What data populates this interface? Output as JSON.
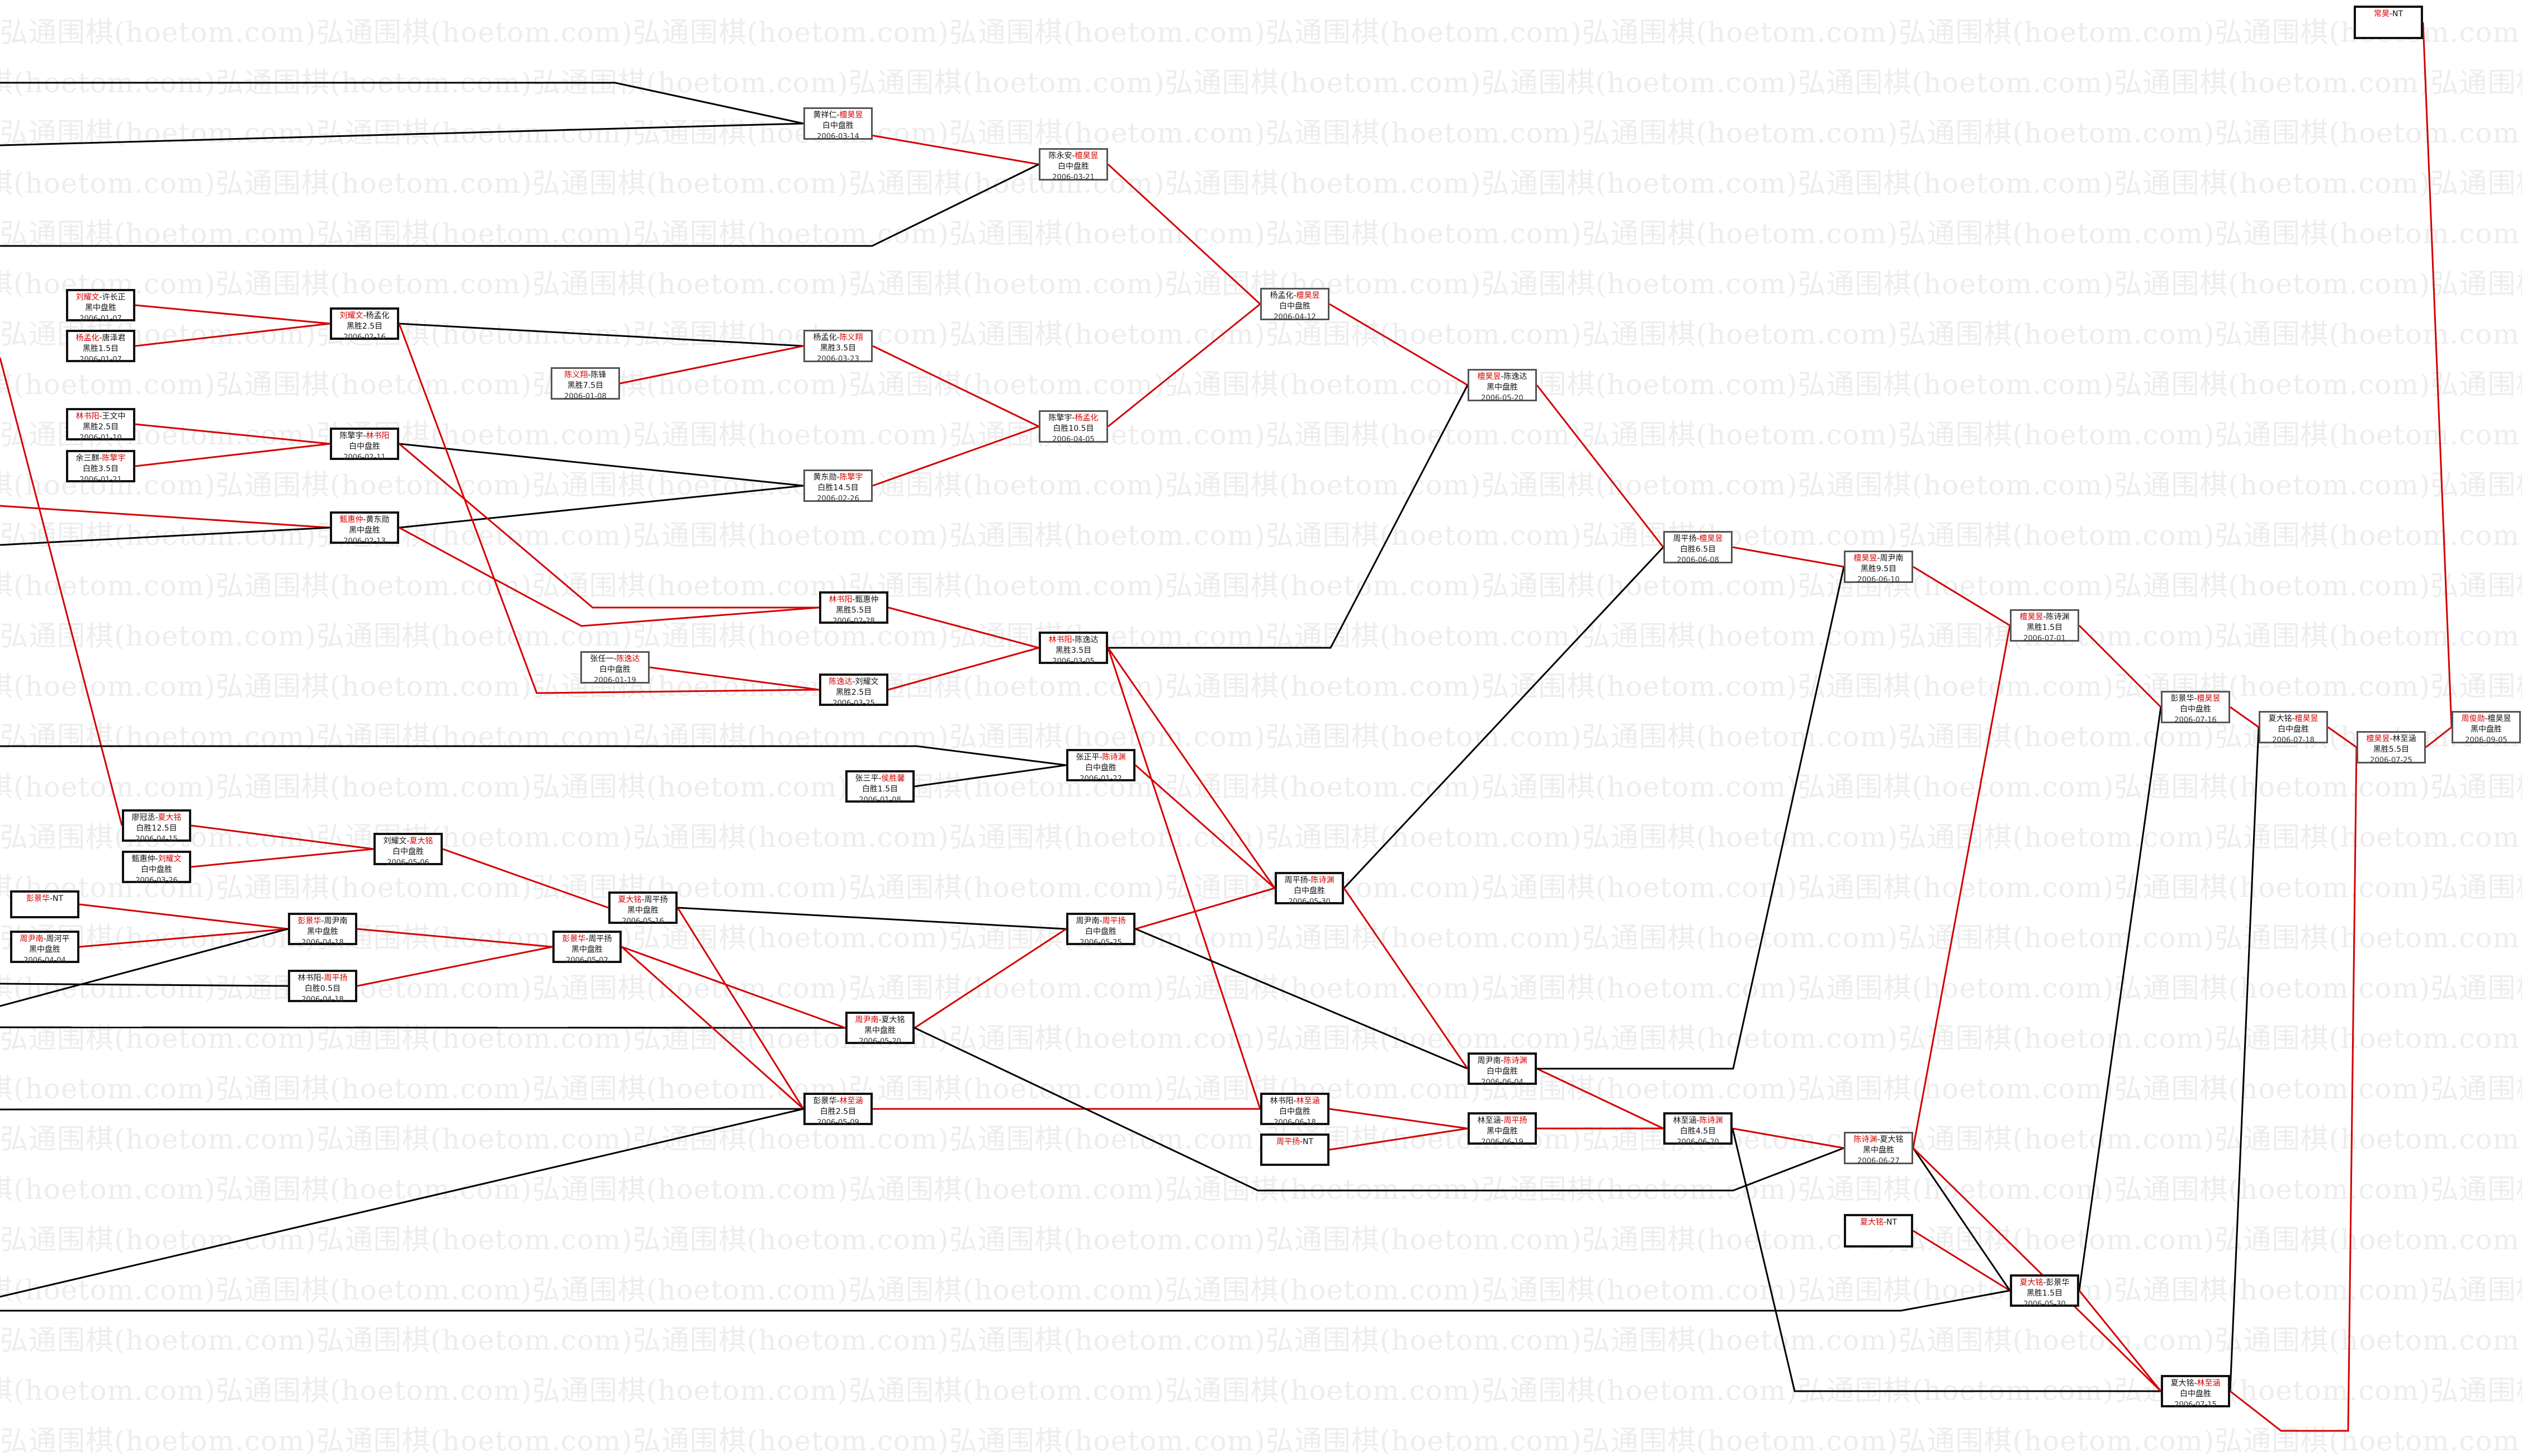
{
  "diagram": {
    "watermark": "弘通围棋(hoetom.com)",
    "colors": {
      "winner_line": "#d40000",
      "loser_line": "#000000",
      "winner_name": "#d40000"
    },
    "games": [
      {
        "id": "g_chang",
        "p1": "常昊",
        "sep": "-",
        "p2": "NT",
        "win": 1,
        "result": "",
        "date": ""
      },
      {
        "id": "g_huang",
        "p1": "黄祥仁",
        "sep": "-",
        "p2": "檀昊昱",
        "win": 2,
        "result": "白中盘胜",
        "date": "2006-03-14"
      },
      {
        "id": "g_chen_yongan",
        "p1": "陈永安",
        "sep": "-",
        "p2": "檀昊昱",
        "win": 2,
        "result": "白中盘胜",
        "date": "2006-03-21"
      },
      {
        "id": "g_yang_meng",
        "p1": "杨孟化",
        "sep": "-",
        "p2": "檀昊昱",
        "win": 2,
        "result": "白中盘胜",
        "date": "2006-04-12"
      },
      {
        "id": "g_liu_xu",
        "p1": "刘耀文",
        "sep": "-",
        "p2": "许长正",
        "win": 1,
        "result": "黑中盘胜",
        "date": "2006-01-07"
      },
      {
        "id": "g_yang_tang",
        "p1": "杨孟化",
        "sep": "-",
        "p2": "唐泽君",
        "win": 1,
        "result": "黑胜1.5目",
        "date": "2006-01-07"
      },
      {
        "id": "g_liu_yang",
        "p1": "刘耀文",
        "sep": "-",
        "p2": "杨孟化",
        "win": 1,
        "result": "黑胜2.5目",
        "date": "2006-02-16"
      },
      {
        "id": "g_yang_chenyi",
        "p1": "杨孟化",
        "sep": "-",
        "p2": "陈义翔",
        "win": 2,
        "result": "黑胜3.5目",
        "date": "2006-03-23"
      },
      {
        "id": "g_chenyi_chenli",
        "p1": "陈义翔",
        "sep": "-",
        "p2": "陈锋",
        "win": 1,
        "result": "黑胜7.5目",
        "date": "2006-01-08"
      },
      {
        "id": "g_tan_cheng",
        "p1": "檀昊昱",
        "sep": "-",
        "p2": "陈逸达",
        "win": 1,
        "result": "黑中盘胜",
        "date": "2006-05-20"
      },
      {
        "id": "g_lin_wang",
        "p1": "林书阳",
        "sep": "-",
        "p2": "王文中",
        "win": 1,
        "result": "黑胜2.5目",
        "date": "2006-01-10"
      },
      {
        "id": "g_yu_chen",
        "p1": "余三麒",
        "sep": "-",
        "p2": "陈擎宇",
        "win": 2,
        "result": "白胜3.5目",
        "date": "2006-01-21"
      },
      {
        "id": "g_chen_lin",
        "p1": "陈擎宇",
        "sep": "-",
        "p2": "林书阳",
        "win": 2,
        "result": "白中盘胜",
        "date": "2006-02-11"
      },
      {
        "id": "g_chenq_yang",
        "p1": "陈擎宇",
        "sep": "-",
        "p2": "杨孟化",
        "win": 2,
        "result": "白胜10.5目",
        "date": "2006-04-05"
      },
      {
        "id": "g_huang_chen",
        "p1": "黄东勋",
        "sep": "-",
        "p2": "陈擎宇",
        "win": 2,
        "result": "白胜14.5目",
        "date": "2006-02-26"
      },
      {
        "id": "g_zhen_huang",
        "p1": "甄惠仲",
        "sep": "-",
        "p2": "黄东勋",
        "win": 1,
        "result": "黑中盘胜",
        "date": "2006-02-13"
      },
      {
        "id": "g_zhou_tan",
        "p1": "周平扬",
        "sep": "-",
        "p2": "檀昊昱",
        "win": 2,
        "result": "白胜6.5目",
        "date": "2006-06-08"
      },
      {
        "id": "g_tan_zhoul",
        "p1": "檀昊昱",
        "sep": "-",
        "p2": "周尹南",
        "win": 1,
        "result": "黑胜9.5目",
        "date": "2006-06-10"
      },
      {
        "id": "g_lin_zhen",
        "p1": "林书阳",
        "sep": "-",
        "p2": "甄惠仲",
        "win": 1,
        "result": "黑胜5.5目",
        "date": "2006-02-28"
      },
      {
        "id": "g_lin_chenyi",
        "p1": "林书阳",
        "sep": "-",
        "p2": "陈逸达",
        "win": 1,
        "result": "黑胜3.5目",
        "date": "2006-03-05"
      },
      {
        "id": "g_zhang_chen",
        "p1": "张任一",
        "sep": "-",
        "p2": "陈逸达",
        "win": 2,
        "result": "白中盘胜",
        "date": "2006-01-19"
      },
      {
        "id": "g_chen_liu",
        "p1": "陈逸达",
        "sep": "-",
        "p2": "刘耀文",
        "win": 1,
        "result": "黑胜2.5目",
        "date": "2006-03-25"
      },
      {
        "id": "g_tan_chenshi",
        "p1": "檀昊昱",
        "sep": "-",
        "p2": "陈诗渊",
        "win": 1,
        "result": "黑胜1.5目",
        "date": "2006-07-01"
      },
      {
        "id": "g_peng_tan",
        "p1": "彭景华",
        "sep": "-",
        "p2": "檀昊昱",
        "win": 2,
        "result": "白中盘胜",
        "date": "2006-07-16"
      },
      {
        "id": "g_xia_tan",
        "p1": "夏大铭",
        "sep": "-",
        "p2": "檀昊昱",
        "win": 2,
        "result": "白中盘胜",
        "date": "2006-07-18"
      },
      {
        "id": "g_tan_lin",
        "p1": "檀昊昱",
        "sep": "-",
        "p2": "林至涵",
        "win": 1,
        "result": "黑胜5.5目",
        "date": "2006-07-25"
      },
      {
        "id": "g_final",
        "p1": "周俊勋",
        "sep": "-",
        "p2": "檀昊昱",
        "win": 1,
        "result": "黑中盘胜",
        "date": "2006-09-05"
      },
      {
        "id": "g_zhangz_chen",
        "p1": "张正平",
        "sep": "-",
        "p2": "陈诗渊",
        "win": 2,
        "result": "白中盘胜",
        "date": "2006-01-22"
      },
      {
        "id": "g_zhangs_hou",
        "p1": "张三平",
        "sep": "-",
        "p2": "侯胜馨",
        "win": 2,
        "result": "白胜1.5目",
        "date": "2006-01-08"
      },
      {
        "id": "g_liao_xia",
        "p1": "廖冠丞",
        "sep": "-",
        "p2": "夏大铭",
        "win": 2,
        "result": "白胜12.5目",
        "date": "2006-04-15"
      },
      {
        "id": "g_zhen_liu",
        "p1": "甄惠仲",
        "sep": "-",
        "p2": "刘耀文",
        "win": 2,
        "result": "白中盘胜",
        "date": "2006-03-26"
      },
      {
        "id": "g_liu_xia",
        "p1": "刘耀文",
        "sep": "-",
        "p2": "夏大铭",
        "win": 2,
        "result": "白中盘胜",
        "date": "2006-05-06"
      },
      {
        "id": "g_xia_zhou",
        "p1": "夏大铭",
        "sep": "-",
        "p2": "周平扬",
        "win": 1,
        "result": "黑中盘胜",
        "date": "2006-05-16"
      },
      {
        "id": "g_zhou_chenshi",
        "p1": "周平扬",
        "sep": "-",
        "p2": "陈诗渊",
        "win": 2,
        "result": "白中盘胜",
        "date": "2006-05-30"
      },
      {
        "id": "g_zhouy_zhou",
        "p1": "周尹南",
        "sep": "-",
        "p2": "周平扬",
        "win": 2,
        "result": "白中盘胜",
        "date": "2006-05-25"
      },
      {
        "id": "g_peng_nt",
        "p1": "彭景华",
        "sep": "-",
        "p2": "NT",
        "win": 1,
        "result": "",
        "date": ""
      },
      {
        "id": "g_zhouy_zhoul",
        "p1": "周尹南",
        "sep": "-",
        "p2": "周河平",
        "win": 1,
        "result": "黑中盘胜",
        "date": "2006-04-04"
      },
      {
        "id": "g_peng_zhouy",
        "p1": "彭景华",
        "sep": "-",
        "p2": "周尹南",
        "win": 1,
        "result": "黑中盘胜",
        "date": "2006-04-18"
      },
      {
        "id": "g_lin_zhou",
        "p1": "林书阳",
        "sep": "-",
        "p2": "周平扬",
        "win": 2,
        "result": "白胜0.5目",
        "date": "2006-04-18"
      },
      {
        "id": "g_peng_zhou",
        "p1": "彭景华",
        "sep": "-",
        "p2": "周平扬",
        "win": 1,
        "result": "黑中盘胜",
        "date": "2006-05-02"
      },
      {
        "id": "g_zhouy_xia",
        "p1": "周尹南",
        "sep": "-",
        "p2": "夏大铭",
        "win": 1,
        "result": "黑中盘胜",
        "date": "2006-05-20"
      },
      {
        "id": "g_zhouy_chenshi",
        "p1": "周尹南",
        "sep": "-",
        "p2": "陈诗渊",
        "win": 2,
        "result": "白中盘胜",
        "date": "2006-06-04"
      },
      {
        "id": "g_peng_lin",
        "p1": "彭景华",
        "sep": "-",
        "p2": "林至涵",
        "win": 2,
        "result": "白胜2.5目",
        "date": "2006-05-09"
      },
      {
        "id": "g_lin_linzh",
        "p1": "林书阳",
        "sep": "-",
        "p2": "林至涵",
        "win": 2,
        "result": "白中盘胜",
        "date": "2006-06-18"
      },
      {
        "id": "g_zhou_nt",
        "p1": "周平扬",
        "sep": "-",
        "p2": "NT",
        "win": 1,
        "result": "",
        "date": ""
      },
      {
        "id": "g_linzh_zhou",
        "p1": "林至涵",
        "sep": "-",
        "p2": "周平扬",
        "win": 2,
        "result": "黑中盘胜",
        "date": "2006-06-19"
      },
      {
        "id": "g_linzh_chenshi",
        "p1": "林至涵",
        "sep": "-",
        "p2": "陈诗渊",
        "win": 2,
        "result": "白胜4.5目",
        "date": "2006-06-20"
      },
      {
        "id": "g_chenshi_xia",
        "p1": "陈诗渊",
        "sep": "-",
        "p2": "夏大铭",
        "win": 1,
        "result": "黑中盘胜",
        "date": "2006-06-27"
      },
      {
        "id": "g_xia_nt",
        "p1": "夏大铭",
        "sep": "-",
        "p2": "NT",
        "win": 1,
        "result": "",
        "date": ""
      },
      {
        "id": "g_xia_peng",
        "p1": "夏大铭",
        "sep": "-",
        "p2": "彭景华",
        "win": 1,
        "result": "黑胜1.5目",
        "date": "2006-05-30"
      },
      {
        "id": "g_xia_lin",
        "p1": "夏大铭",
        "sep": "-",
        "p2": "林至涵",
        "win": 2,
        "result": "白中盘胜",
        "date": "2006-07-15"
      }
    ]
  }
}
